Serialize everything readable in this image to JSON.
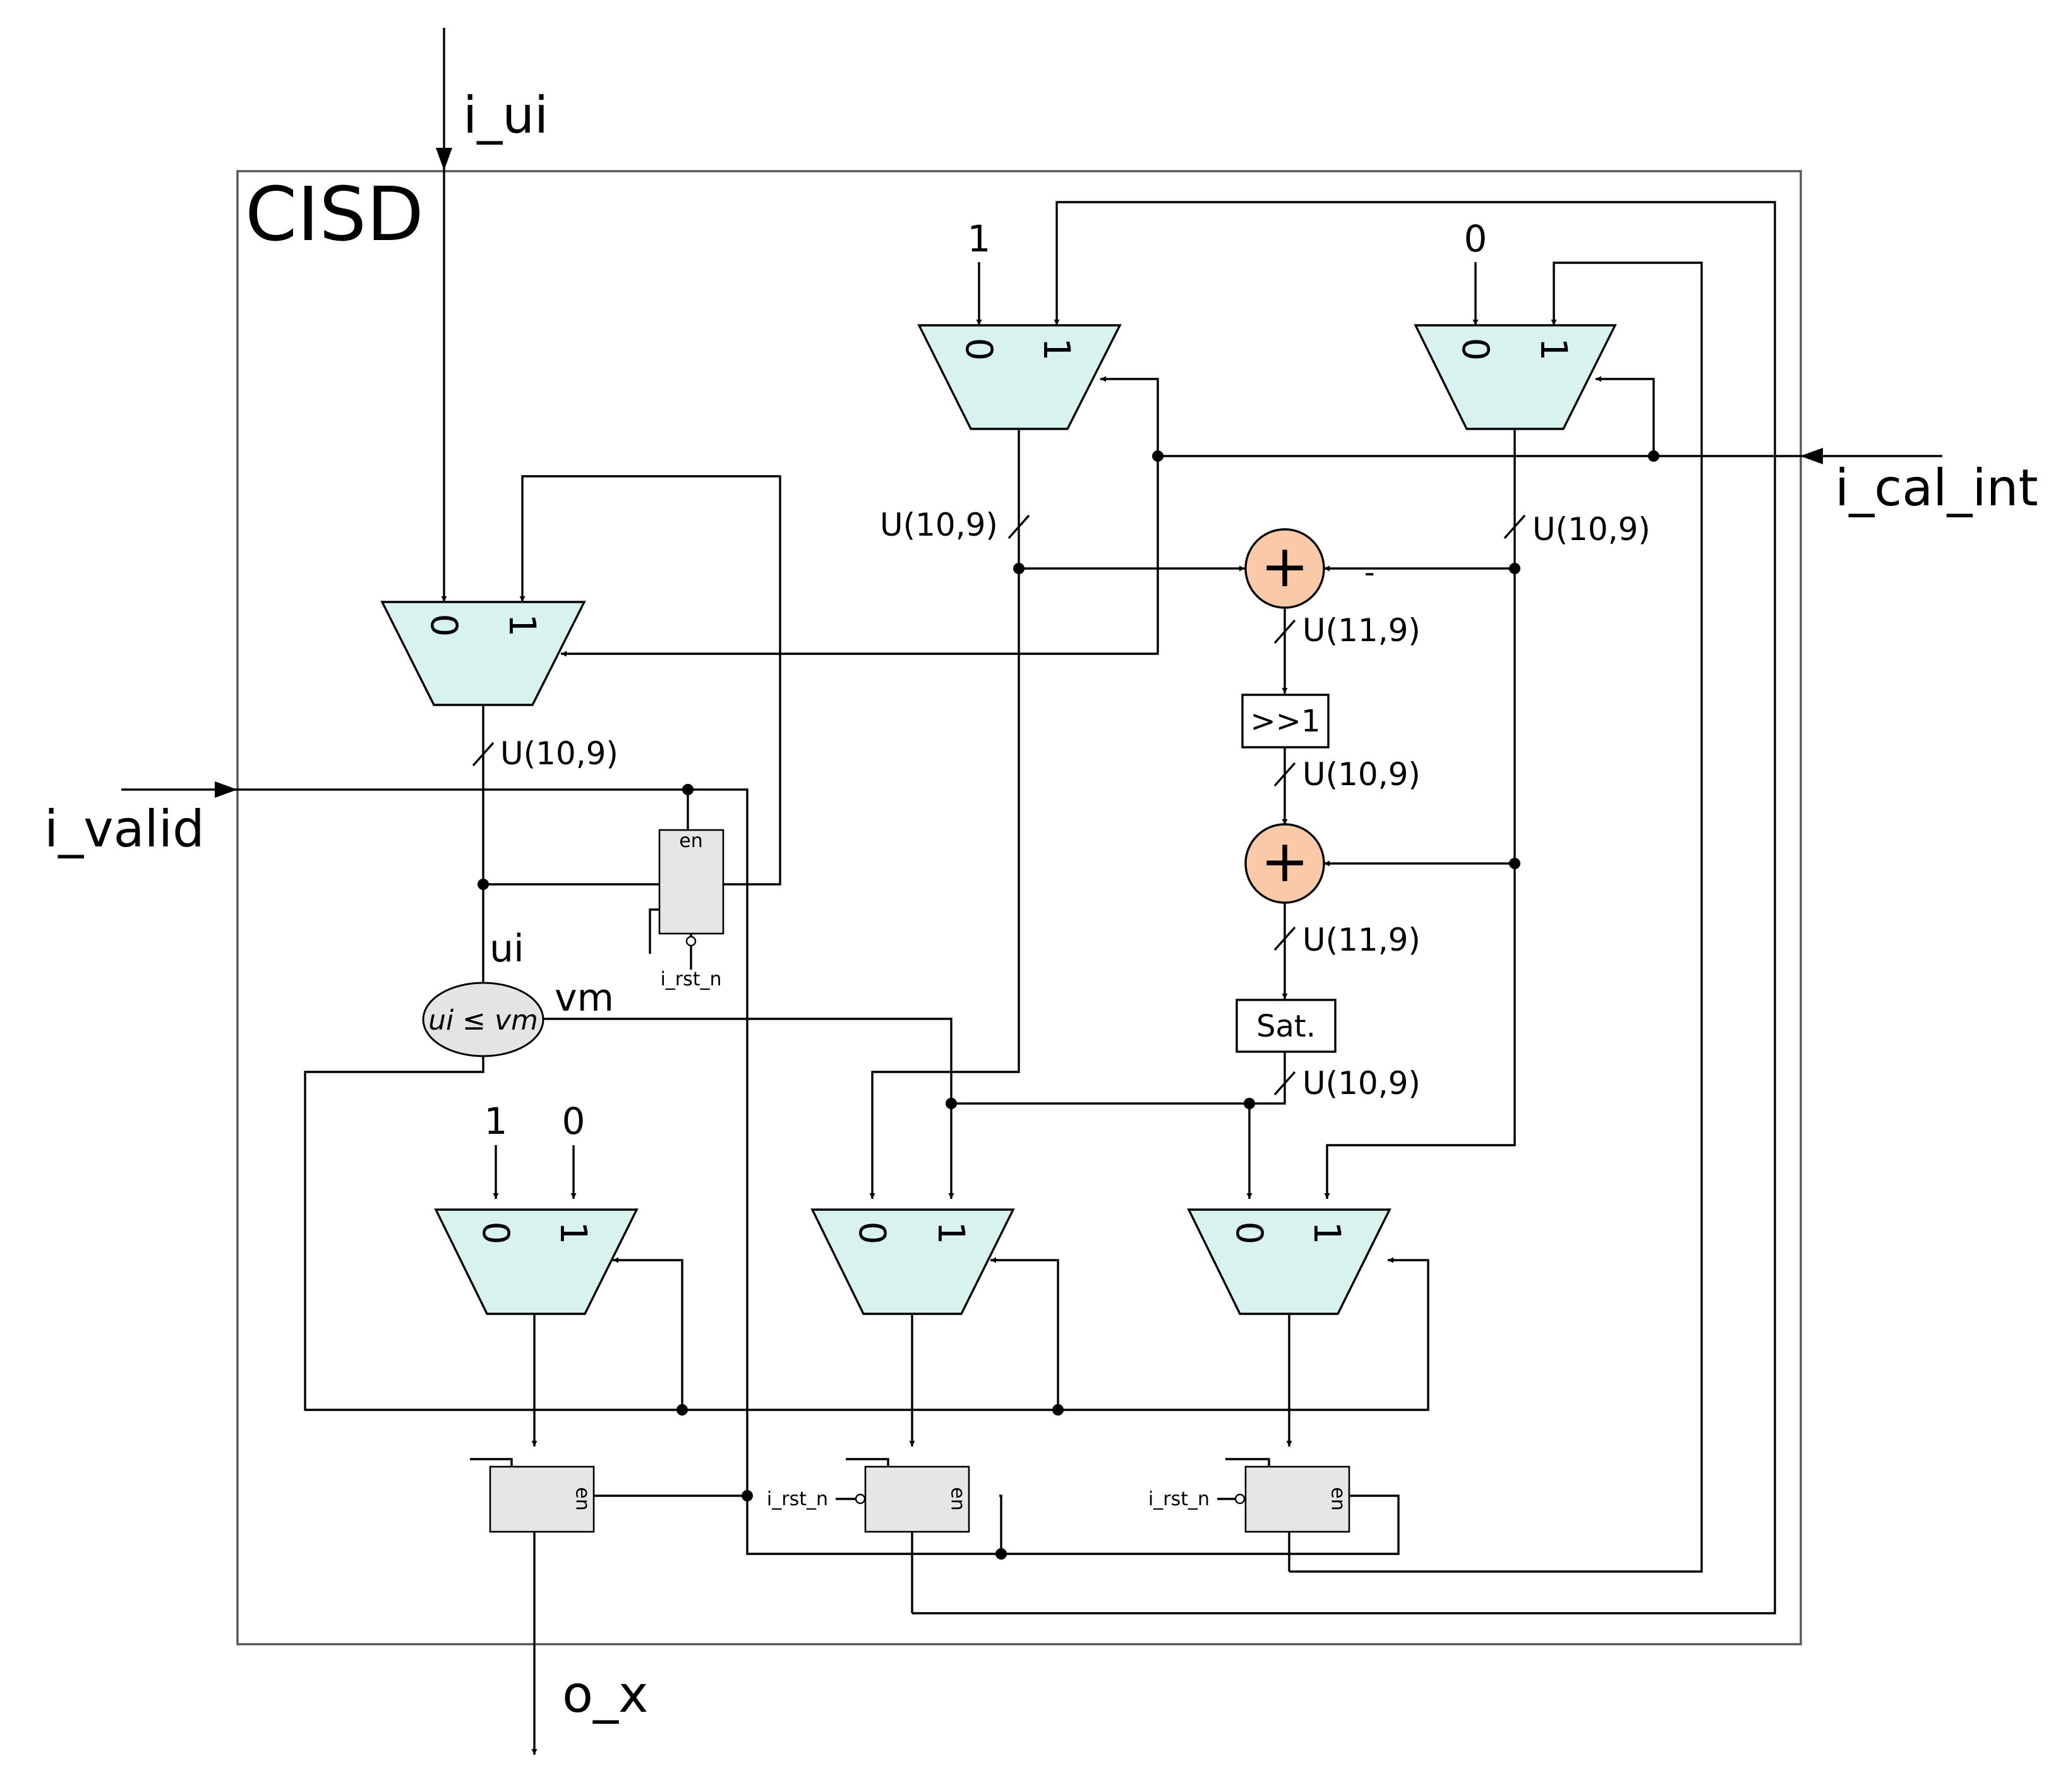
{
  "block": {
    "title": "CISD"
  },
  "ports": {
    "i_ui": "i_ui",
    "i_cal_int": "i_cal_int",
    "i_valid": "i_valid",
    "o_x": "o_x"
  },
  "mux": {
    "in0": "0",
    "in1": "1"
  },
  "constants": {
    "one": "1",
    "zero": "0"
  },
  "widths": {
    "u10_9": "U(10,9)",
    "u11_9": "U(11,9)"
  },
  "ops": {
    "plus": "+",
    "minus": "-",
    "shift": ">>1",
    "sat": "Sat.",
    "compare": "ui ≤ vm",
    "en": "en",
    "rst": "i_rst_n"
  },
  "nets": {
    "ui": "ui",
    "vm": "vm"
  }
}
